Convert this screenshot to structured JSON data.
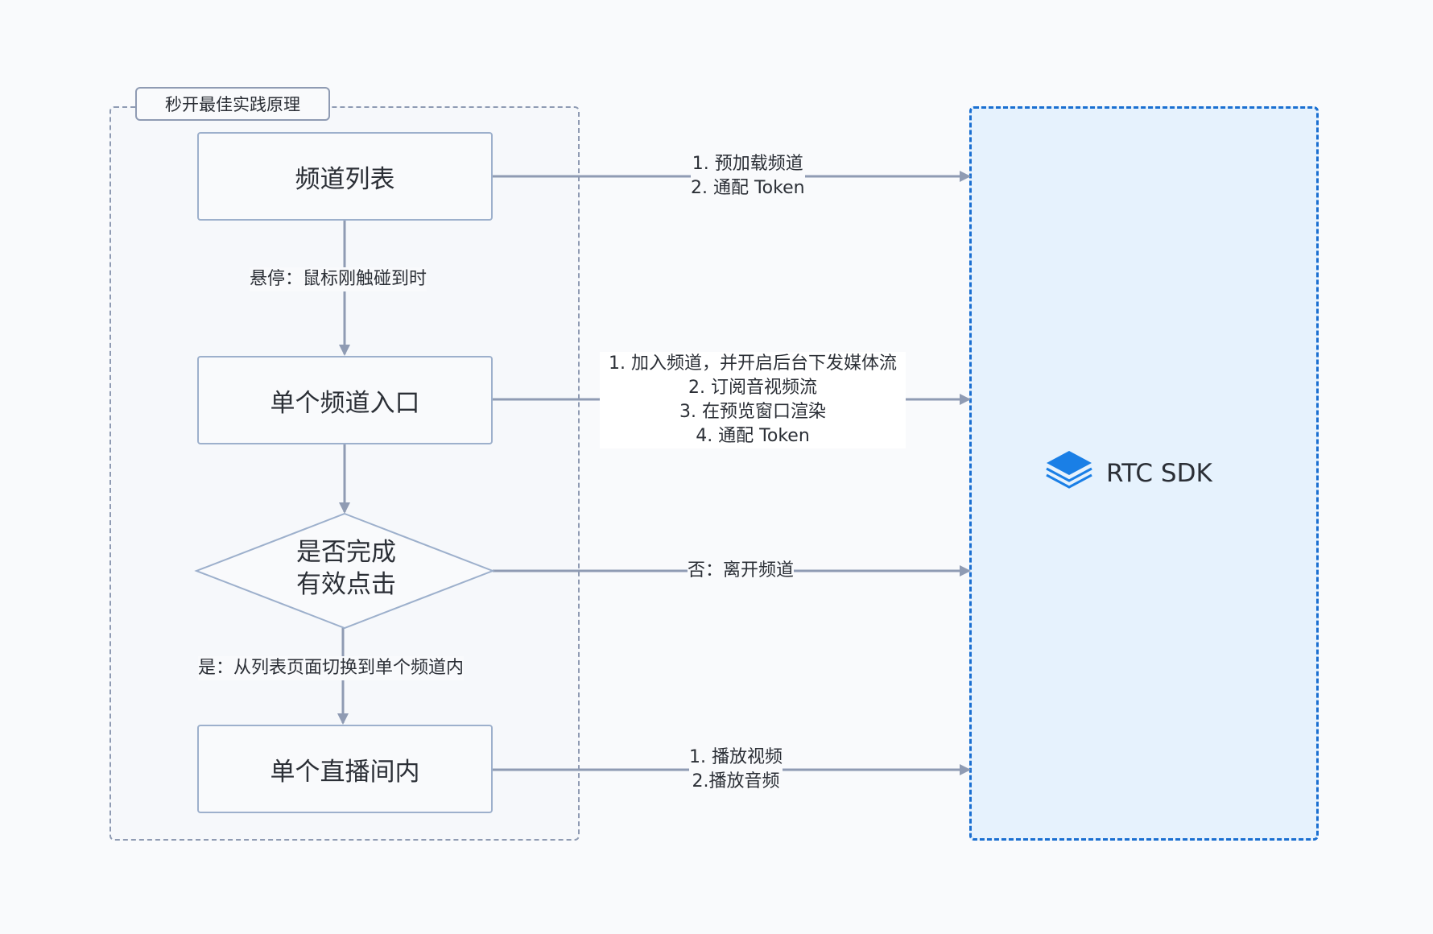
{
  "group": {
    "title": "秒开最佳实践原理"
  },
  "nodes": {
    "channel_list": "频道列表",
    "single_entry": "单个频道入口",
    "decision": [
      "是否完成",
      "有效点击"
    ],
    "live_room": "单个直播间内"
  },
  "edges": {
    "hover": "悬停：鼠标刚触碰到时",
    "yes": "是：从列表页面切换到单个频道内",
    "to_sdk_1": [
      "1. 预加载频道",
      "2. 通配 Token"
    ],
    "to_sdk_2": [
      "1. 加入频道，并开启后台下发媒体流",
      "2. 订阅音视频流",
      "3. 在预览窗口渲染",
      "4. 通配 Token"
    ],
    "to_sdk_3": "否：离开频道",
    "to_sdk_4": [
      "1. 播放视频",
      "2.播放音频"
    ]
  },
  "sdk": {
    "label": "RTC SDK",
    "icon": "layers-icon"
  },
  "colors": {
    "line": "#8f9bb3",
    "node_border": "#9db0cc",
    "sdk_border": "#1a6fd1",
    "sdk_fill": "#e6f2fd",
    "icon": "#1a7fe6"
  }
}
